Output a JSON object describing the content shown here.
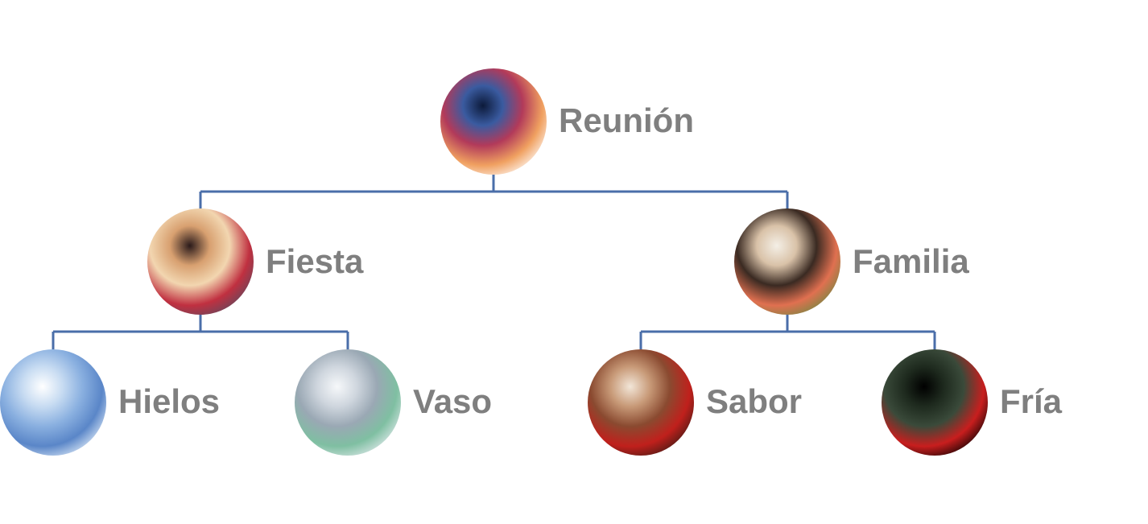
{
  "diagram": {
    "type": "tree",
    "connector_color": "#4a6ea9",
    "label_color": "#7f7f7f",
    "nodes": [
      {
        "id": "reunion",
        "label": "Reunión",
        "parent": null,
        "image": "crowd-fireworks-photo",
        "colors": [
          "#0c1a3a",
          "#3a5ba0",
          "#b23a5a",
          "#f0a060",
          "#ffffff"
        ]
      },
      {
        "id": "fiesta",
        "label": "Fiesta",
        "parent": "reunion",
        "image": "party-friends-photo",
        "colors": [
          "#2a1a1a",
          "#d8a070",
          "#f2d6b0",
          "#c03040",
          "#5a4a60"
        ]
      },
      {
        "id": "familia",
        "label": "Familia",
        "parent": "reunion",
        "image": "family-dinner-photo",
        "colors": [
          "#f4efe6",
          "#d9c2a8",
          "#3a2a22",
          "#e07050",
          "#6a8a40"
        ]
      },
      {
        "id": "hielos",
        "label": "Hielos",
        "parent": "fiesta",
        "image": "ice-cubes-photo",
        "colors": [
          "#ffffff",
          "#c8dcf2",
          "#8ab0e0",
          "#5a86c8",
          "#e8f2fc"
        ]
      },
      {
        "id": "vaso",
        "label": "Vaso",
        "parent": "fiesta",
        "image": "glass-photo",
        "colors": [
          "#f6f8fa",
          "#cfd6de",
          "#9aa8b4",
          "#7fbfa2",
          "#e6ecf0"
        ]
      },
      {
        "id": "sabor",
        "label": "Sabor",
        "parent": "familia",
        "image": "drinking-coke-photo",
        "colors": [
          "#f2e6d8",
          "#c89a78",
          "#8a4a30",
          "#c0201c",
          "#3a1a14"
        ]
      },
      {
        "id": "fria",
        "label": "Fría",
        "parent": "familia",
        "image": "cold-bottle-photo",
        "colors": [
          "#000000",
          "#1e2a1e",
          "#3a4a3a",
          "#c81e1e",
          "#000000"
        ]
      }
    ]
  }
}
